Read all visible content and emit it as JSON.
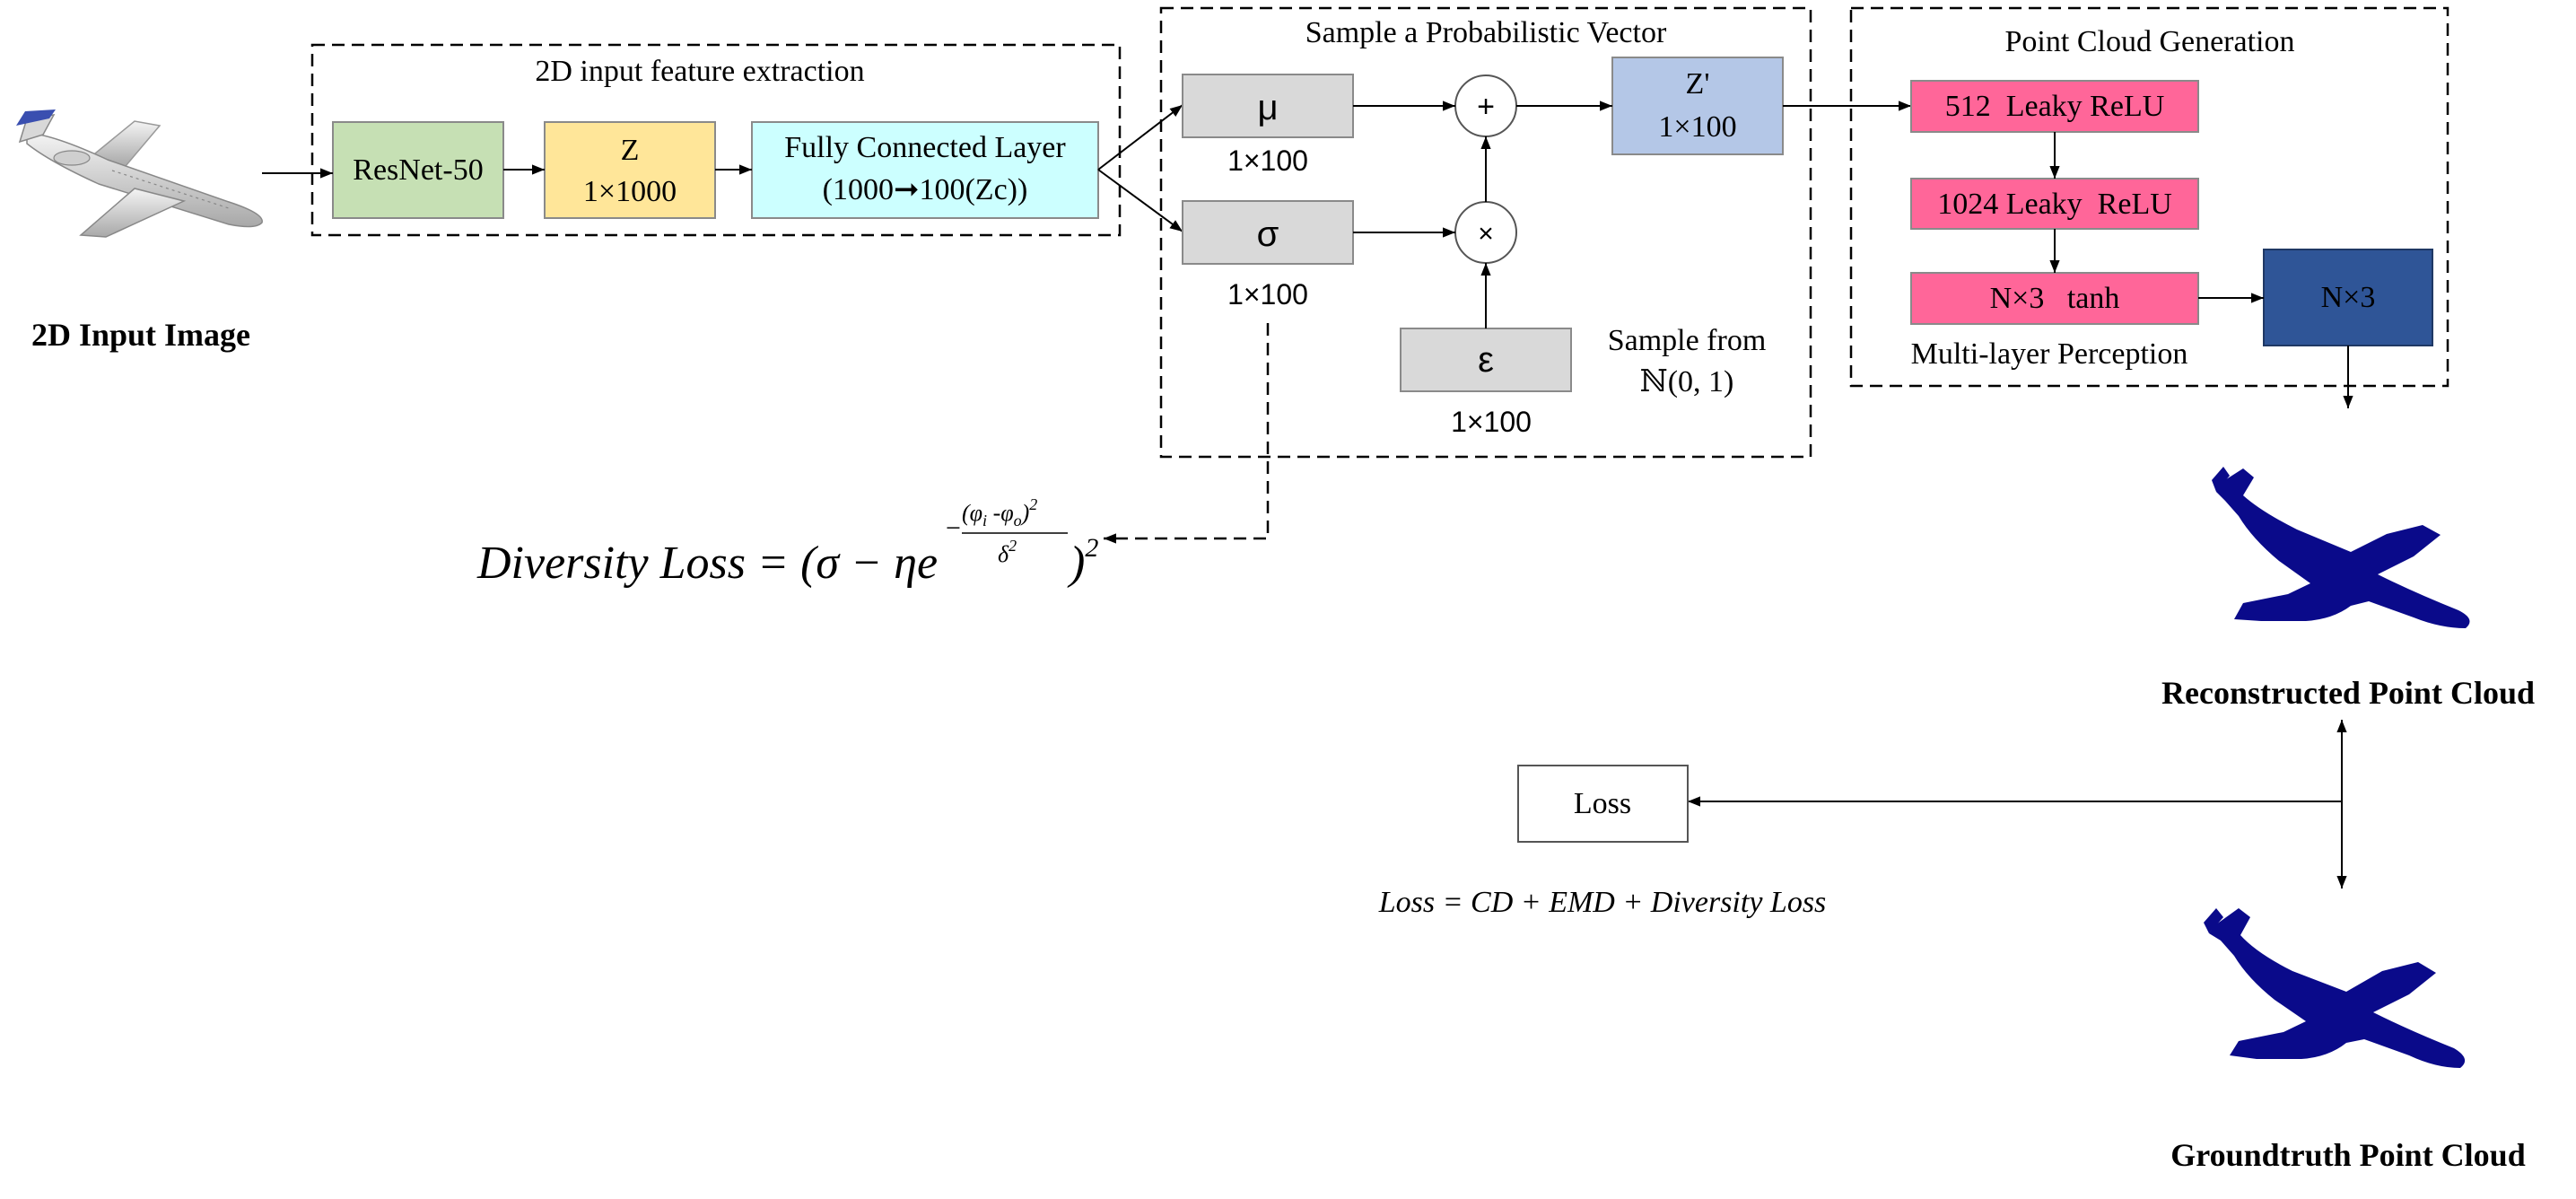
{
  "input": {
    "caption": "2D Input Image"
  },
  "feature_extraction": {
    "title": "2D input feature extraction",
    "resnet": "ResNet-50",
    "z_line1": "Z",
    "z_line2": "1×1000",
    "fc_line1": "Fully Connected Layer",
    "fc_line2": "(1000➞100(Zc))"
  },
  "sampling": {
    "title": "Sample a Probabilistic Vector",
    "mu": "μ",
    "mu_dim": "1×100",
    "sigma": "σ",
    "sigma_dim": "1×100",
    "epsilon": "ε",
    "epsilon_dim": "1×100",
    "plus": "+",
    "times": "×",
    "sample_from_1": "Sample from",
    "sample_from_2": "ℕ(0, 1)",
    "zprime_line1": "Z'",
    "zprime_line2": "1×100"
  },
  "generation": {
    "title": "Point Cloud Generation",
    "layer1": "512  Leaky ReLU",
    "layer2": "1024 Leaky  ReLU",
    "layer3": "N×3   tanh",
    "output": "N×3",
    "mlp_label": "Multi-layer Perception"
  },
  "diversity_loss": {
    "lhs": "Diversity Loss = (σ − ηe",
    "exp_num": "(φ",
    "exp_num_sub_i": "i",
    "exp_num_mid": " -φ",
    "exp_num_sub_o": "o",
    "exp_num_close": ")",
    "exp_num_sq": "2",
    "exp_den": "δ",
    "exp_den_sq": "2",
    "exp_minus": "−",
    "rhs": ")",
    "rhs_sq": "2"
  },
  "loss": {
    "box": "Loss",
    "formula": "Loss = CD + EMD + Diversity Loss"
  },
  "outputs": {
    "reconstructed": "Reconstructed Point Cloud",
    "groundtruth": "Groundtruth Point Cloud"
  },
  "colors": {
    "resnet_fill": "#c6e0b4",
    "z_fill": "#ffe699",
    "fc_fill": "#ccffff",
    "gray_fill": "#d9d9d9",
    "zprime_fill": "#b4c7e7",
    "mlp_fill": "#ff6699",
    "nx3_fill": "#2f5597",
    "pointcloud": "#0a0a8a"
  }
}
